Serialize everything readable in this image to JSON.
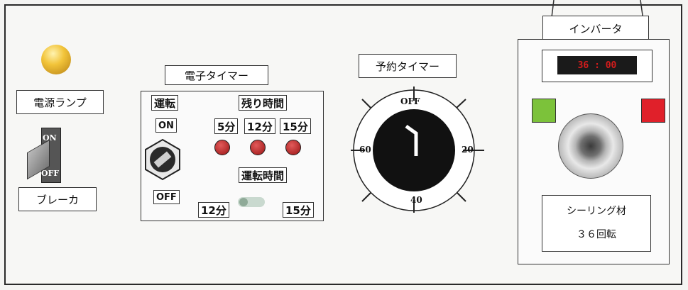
{
  "power": {
    "lamp_label": "電源ランプ",
    "switch_on": "ON",
    "switch_off": "OFF",
    "breaker_label": "ブレーカ"
  },
  "electronic_timer": {
    "title": "電子タイマー",
    "run_label": "運転",
    "remaining_label": "残り時間",
    "on_label": "ON",
    "off_label": "OFF",
    "remaining_options": [
      "5分",
      "12分",
      "15分"
    ],
    "run_time_label": "運転時間",
    "run_time_min": "12分",
    "run_time_max": "15分"
  },
  "reservation_timer": {
    "title": "予約タイマー",
    "dial_labels": {
      "top": "OFF",
      "right": "20",
      "bottom": "40",
      "left": "60"
    }
  },
  "inverter": {
    "title": "インバータ",
    "display_value": "36 : 00",
    "sealing_label": "シーリング材",
    "rotation_label": "３６回転",
    "colors": {
      "green_button": "#7cc23a",
      "red_button": "#e0202a",
      "display_bg": "#1a1a1a",
      "display_text": "#d41c1c"
    }
  }
}
